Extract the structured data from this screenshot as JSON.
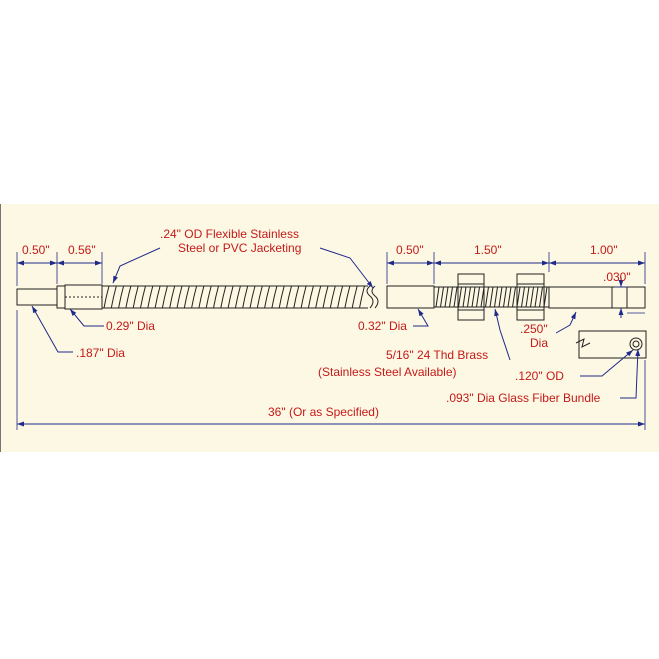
{
  "labels": {
    "dim_050_left": "0.50\"",
    "dim_056": "0.56\"",
    "jacket_line1": ".24\" OD Flexible Stainless",
    "jacket_line2": "Steel or PVC Jacketing",
    "dim_029": "0.29\" Dia",
    "dim_0187": ".187\" Dia",
    "dim_032": "0.32\" Dia",
    "dim_050_right": "0.50\"",
    "dim_150": "1.50\"",
    "dim_100": "1.00\"",
    "dim_030": ".030\"",
    "dim_0250_a": ".250\"",
    "dim_0250_b": "Dia",
    "thread_line1": "5/16\" 24 Thd Brass",
    "thread_line2": "(Stainless Steel Available)",
    "dim_0120": ".120\" OD",
    "fiber_bundle": ".093\" Dia Glass Fiber Bundle",
    "overall_length": "36\" (Or as Specified)"
  },
  "colors": {
    "text": "#c41a1a",
    "dimension_lines": "#1f2a8a",
    "outline": "#222222",
    "panel_background": "#fcf8e3"
  }
}
